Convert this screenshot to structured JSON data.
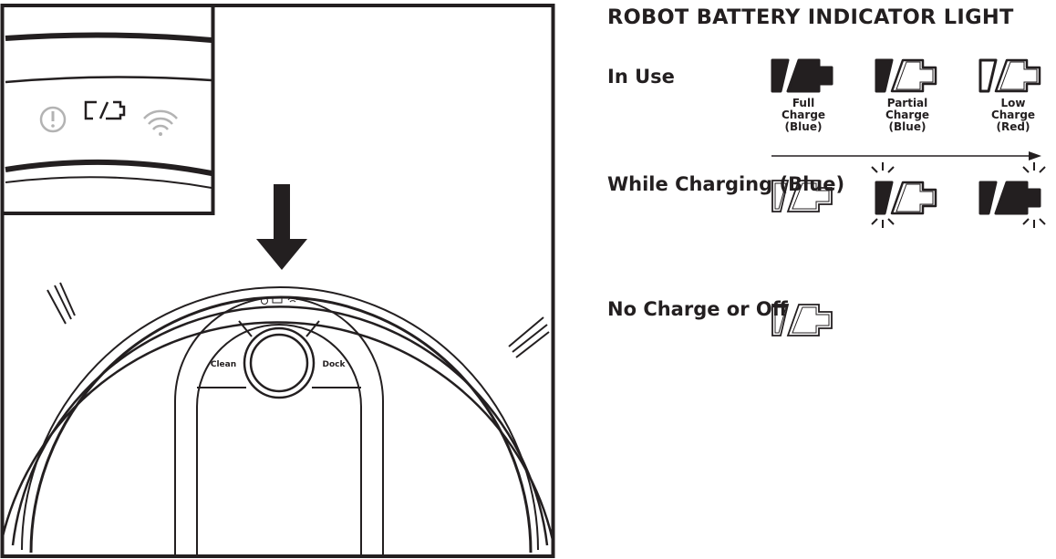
{
  "heading": "ROBOT BATTERY INDICATOR LIGHT",
  "rows": {
    "in_use": {
      "label": "In Use",
      "states": [
        {
          "caption": "Full\nCharge\n(Blue)",
          "icon": "battery-full-icon"
        },
        {
          "caption": "Partial\nCharge\n(Blue)",
          "icon": "battery-partial-icon"
        },
        {
          "caption": "Low\nCharge\n(Red)",
          "icon": "battery-low-icon"
        }
      ]
    },
    "charging": {
      "label": "While\nCharging\n(Blue)",
      "states": [
        {
          "icon": "battery-empty-icon"
        },
        {
          "icon": "battery-blinking-partial-icon"
        },
        {
          "icon": "battery-blinking-full-icon"
        }
      ]
    },
    "off": {
      "label": "No Charge\nor Off",
      "states": [
        {
          "icon": "battery-empty-icon"
        }
      ]
    }
  },
  "robot": {
    "clean_label": "Clean",
    "dock_label": "Dock"
  },
  "colors": {
    "ink": "#231f20",
    "icon_grey": "#b3b3b3"
  }
}
